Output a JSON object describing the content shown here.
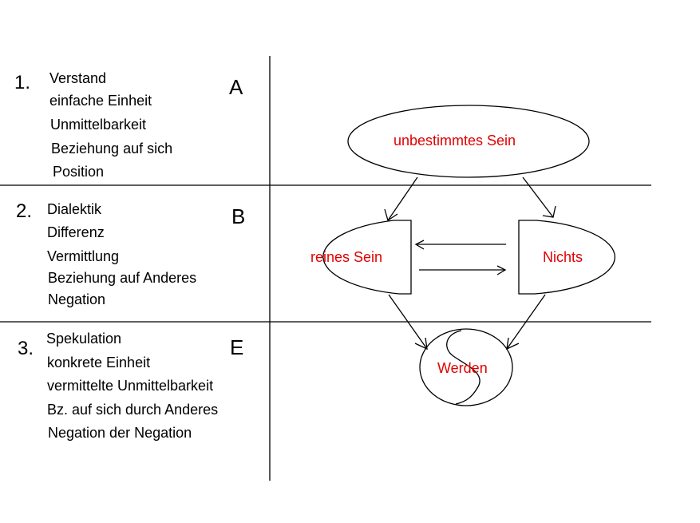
{
  "colors": {
    "line": "#000000",
    "node_text": "#e00000",
    "text": "#000000",
    "background": "#ffffff"
  },
  "stages": [
    {
      "number": "1.",
      "letter": "A",
      "terms": [
        "Verstand",
        "einfache Einheit",
        "Unmittelbarkeit",
        "Beziehung auf sich",
        "Position"
      ]
    },
    {
      "number": "2.",
      "letter": "B",
      "terms": [
        "Dialektik",
        "Differenz",
        "Vermittlung",
        "Beziehung auf Anderes",
        "Negation"
      ]
    },
    {
      "number": "3.",
      "letter": "E",
      "terms": [
        "Spekulation",
        "konkrete Einheit",
        "vermittelte Unmittelbarkeit",
        "Bz. auf sich durch Anderes",
        "Negation der Negation"
      ]
    }
  ],
  "nodes": {
    "top": "unbestimmtes Sein",
    "left": "reines Sein",
    "right": "Nichts",
    "bottom": "Werden"
  }
}
